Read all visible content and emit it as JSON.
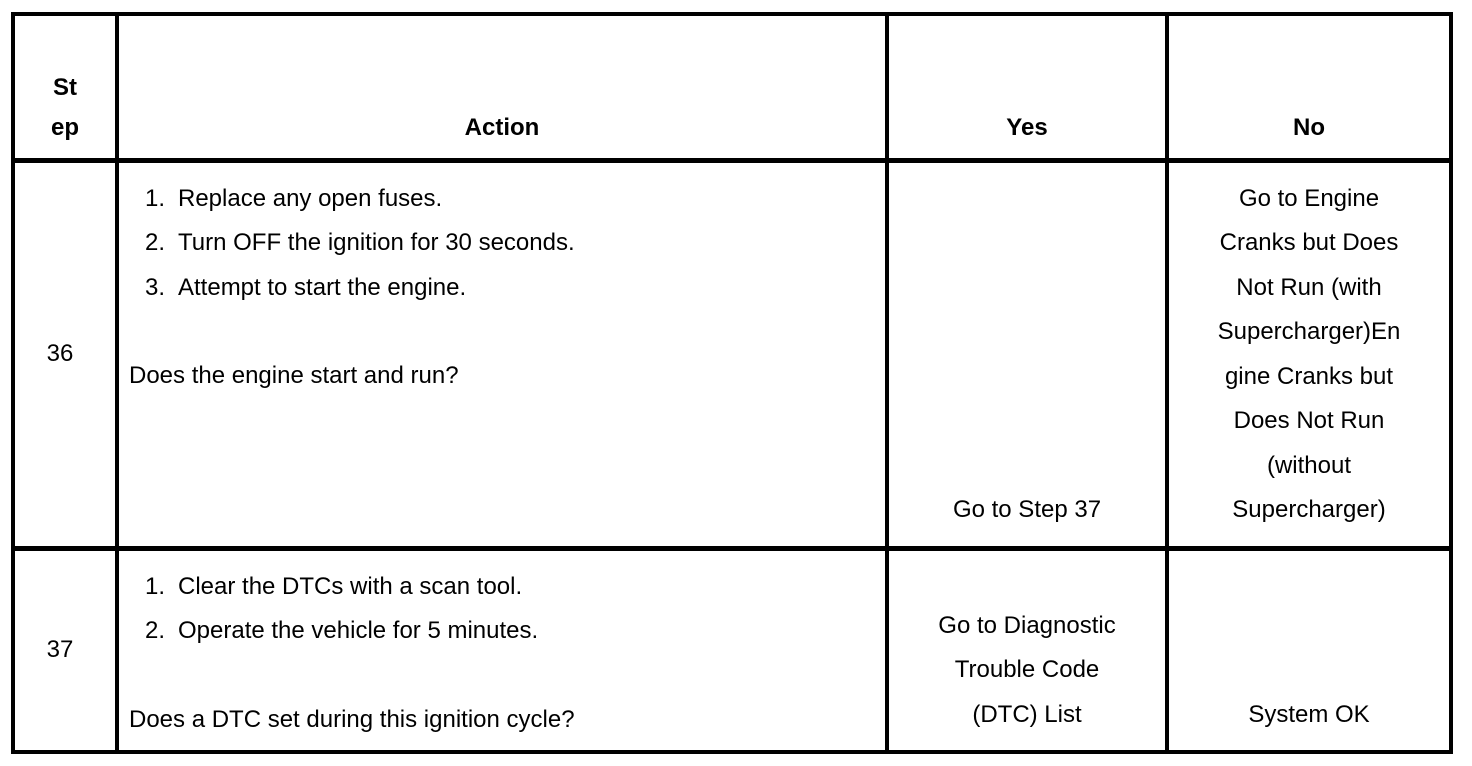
{
  "table": {
    "colors": {
      "border": "#000000",
      "background": "#ffffff",
      "text": "#000000"
    },
    "header": {
      "step_line1": "St",
      "step_line2": "ep",
      "action": "Action",
      "yes": "Yes",
      "no": "No"
    },
    "rows": [
      {
        "step": "36",
        "action": {
          "items": [
            {
              "num": "1.",
              "text": "Replace any open fuses."
            },
            {
              "num": "2.",
              "text": "Turn OFF the ignition for 30 seconds."
            },
            {
              "num": "3.",
              "text": "Attempt to start the engine."
            }
          ],
          "question": "Does the engine start and run?"
        },
        "yes": {
          "lines": [
            "Go to Step 37"
          ]
        },
        "no": {
          "lines": [
            "Go to Engine",
            "Cranks but Does",
            "Not Run (with",
            "Supercharger)En",
            "gine Cranks but",
            "Does Not Run",
            "(without",
            "Supercharger)"
          ]
        }
      },
      {
        "step": "37",
        "action": {
          "items": [
            {
              "num": "1.",
              "text": "Clear the DTCs with a scan tool."
            },
            {
              "num": "2.",
              "text": "Operate the vehicle for 5 minutes."
            }
          ],
          "question": "Does a DTC set during this ignition cycle?"
        },
        "yes": {
          "lines": [
            "Go to Diagnostic",
            "Trouble Code",
            "(DTC) List"
          ]
        },
        "no": {
          "lines": [
            "System OK"
          ]
        }
      }
    ]
  }
}
